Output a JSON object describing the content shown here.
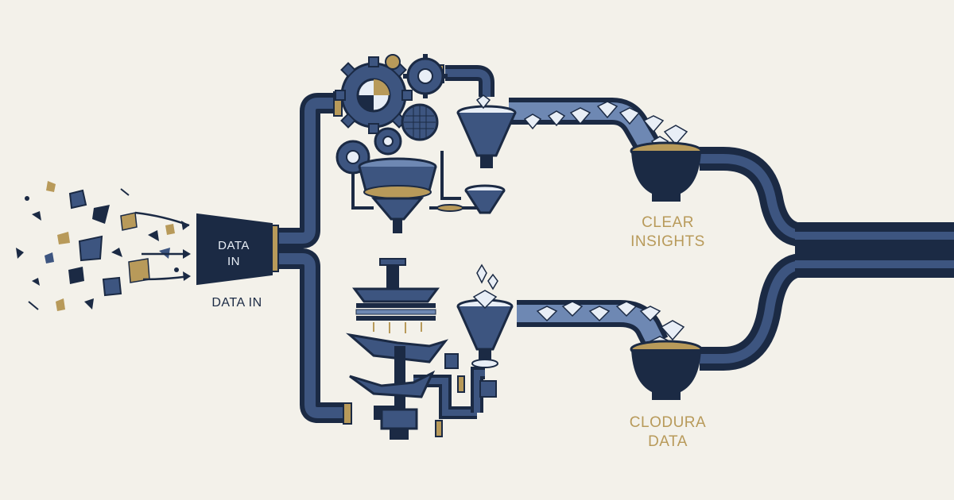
{
  "labels": {
    "intake_funnel": "DATA IN",
    "intake_caption": "DATA IN",
    "top_output_line1": "CLEAR",
    "top_output_line2": "INSIGHTS",
    "bottom_output_line1": "CLODURA",
    "bottom_output_line2": "DATA"
  },
  "colors": {
    "background": "#f3f1ea",
    "pipe_dark": "#1b2a44",
    "pipe_mid": "#3d5580",
    "pipe_light": "#6e88b3",
    "brass": "#b89a5a",
    "crystal": "#e8eef6",
    "label_gold": "#b89a5a",
    "label_dark": "#1b2a44"
  },
  "icons": {
    "raw_fragments": "scattered-shapes-icon",
    "intake": "funnel-icon",
    "top_machine": "gears-and-sieve-icon",
    "bottom_machine": "press-and-chute-icon",
    "gems": "diamond-icon",
    "output_bowls": "bowl-icon"
  }
}
